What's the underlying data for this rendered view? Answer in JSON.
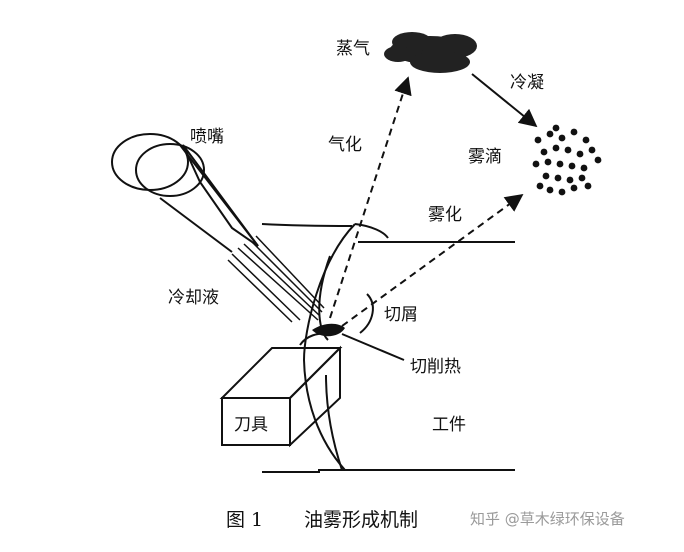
{
  "diagram": {
    "labels": {
      "steam": "蒸气",
      "condense": "冷凝",
      "nozzle": "喷嘴",
      "vaporize": "气化",
      "droplets": "雾滴",
      "atomize": "雾化",
      "coolant": "冷却液",
      "chips": "切屑",
      "cutting_heat": "切削热",
      "tool": "刀具",
      "workpiece": "工件"
    },
    "caption": {
      "number": "图 1",
      "title": "油雾形成机制"
    },
    "watermark": "知乎 @草木绿环保设备"
  }
}
